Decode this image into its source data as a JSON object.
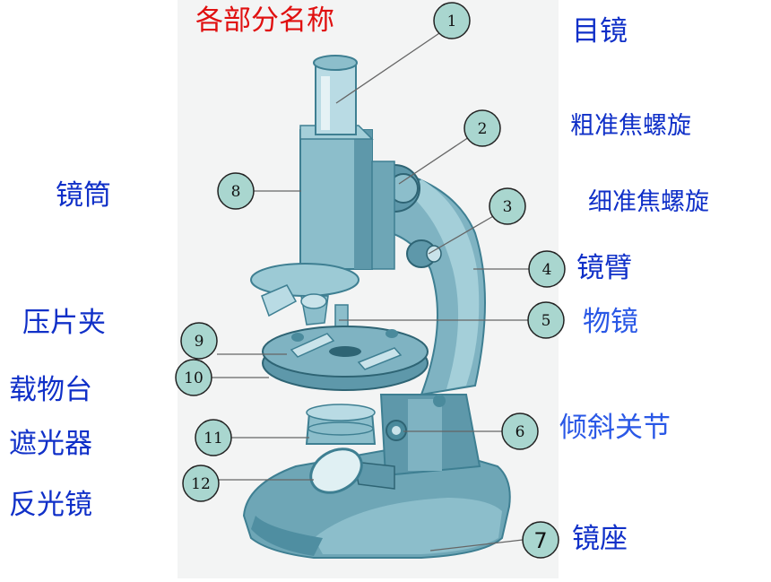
{
  "title": "各部分名称",
  "labels": {
    "mujing": "目镜",
    "cuzhun": "粗准焦螺旋",
    "xizhun": "细准焦螺旋",
    "jingbi": "镜臂",
    "wujing": "物镜",
    "qingxie": "倾斜关节",
    "jingzuo": "镜座",
    "jingtong": "镜筒",
    "yapianjia": "压片夹",
    "zaiwutai": "载物台",
    "zheguangqi": "遮光器",
    "fanguangjing": "反光镜"
  },
  "markers": [
    "1",
    "2",
    "3",
    "4",
    "5",
    "6",
    "7",
    "8",
    "9",
    "10",
    "11",
    "12"
  ],
  "colors": {
    "title": "#e01010",
    "label_dark": "#1030c8",
    "label_blue": "#2a58e6",
    "badge_fill": "#a9d6cf",
    "microscope_body": "#6ea6b6",
    "microscope_dark": "#3e7f92",
    "microscope_light": "#b9dbe4",
    "photo_bg": "#f3f4f4"
  }
}
